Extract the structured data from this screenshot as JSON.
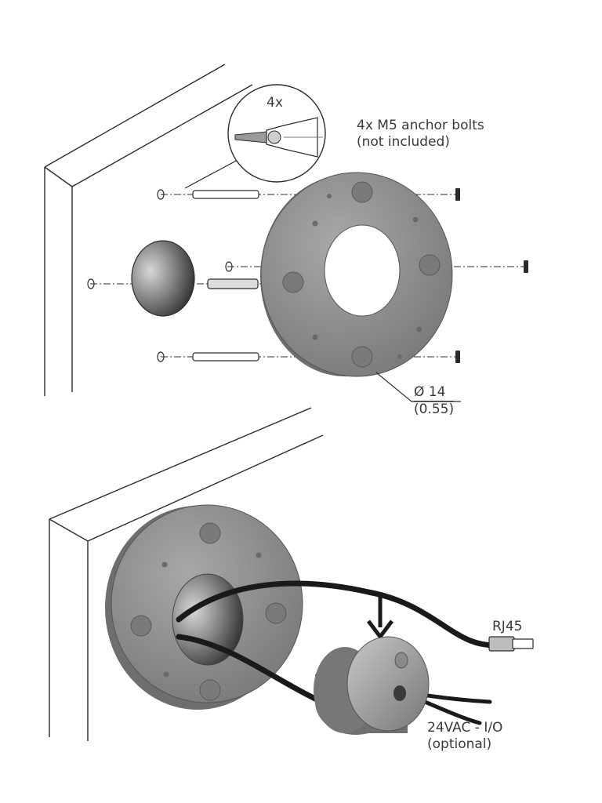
{
  "callouts": {
    "drill_quantity": "4x",
    "anchor_bolts": {
      "line1": "4x M5 anchor bolts",
      "line2": "(not included)"
    },
    "hole_diameter": {
      "line1": "Ø 14",
      "line2": "(0.55)"
    },
    "network_cable": "RJ45",
    "power_cable": {
      "line1": "24VAC - I/O",
      "line2": "(optional)"
    }
  },
  "colors": {
    "line": "#2b2b2b",
    "plate_face": "#8c8c8c",
    "plate_edge": "#6e6e6e",
    "cable": "#1a1a1a",
    "text": "#3a3a3a"
  }
}
